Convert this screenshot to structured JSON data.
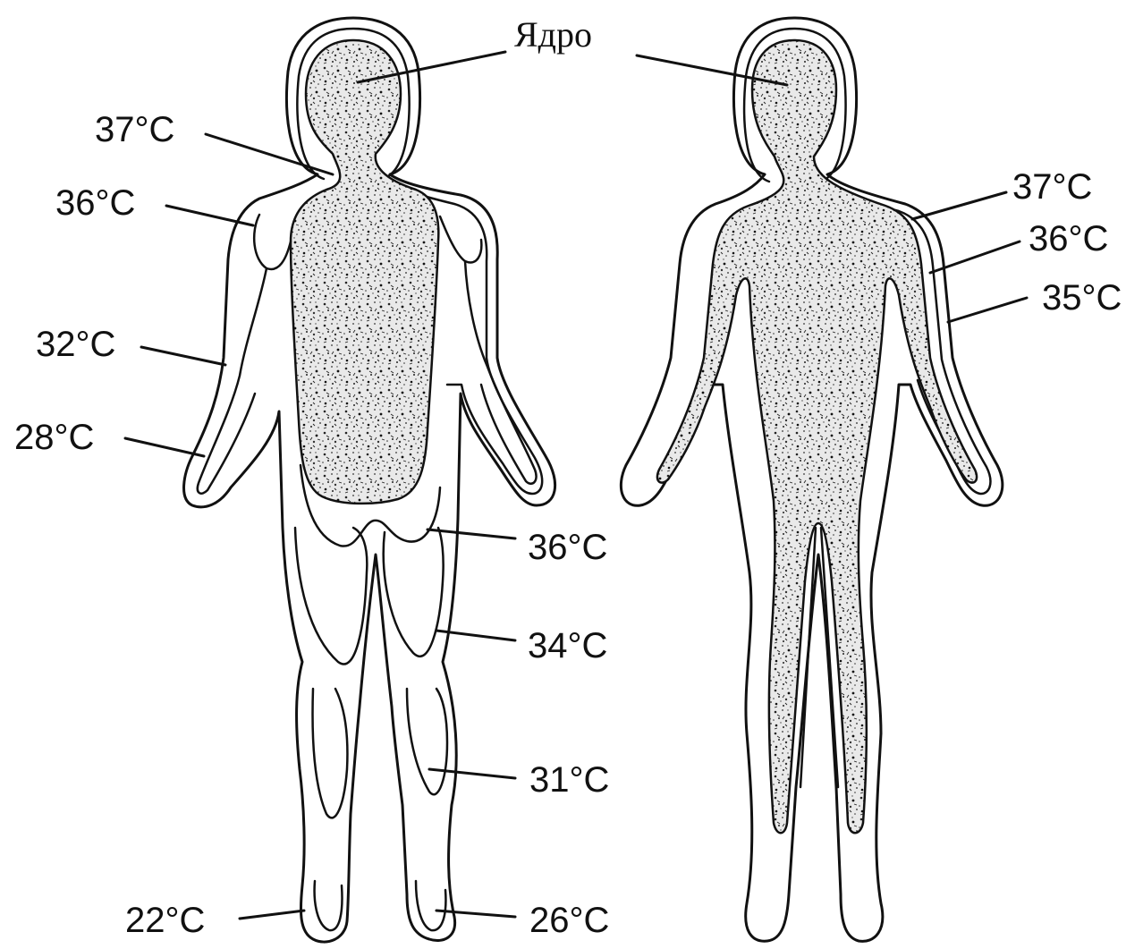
{
  "labels": {
    "core": "Ядро",
    "left_neck": "37°C",
    "left_shoulder": "36°C",
    "left_upper_arm": "32°C",
    "left_forearm": "28°C",
    "left_hip": "36°C",
    "left_thigh": "34°C",
    "left_shin": "31°C",
    "left_foot_right_side": "22°C",
    "left_foot_left_side": "26°C",
    "right_shoulder_inner": "37°C",
    "right_shoulder_middle": "36°C",
    "right_shoulder_outer": "35°C"
  },
  "colors": {
    "ink": "#111111",
    "background": "#ffffff",
    "core_fill": "speckled-grey"
  }
}
